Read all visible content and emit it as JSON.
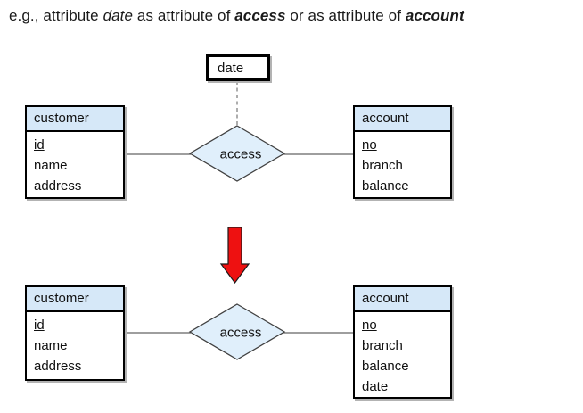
{
  "title": {
    "part1": "e.g., attribute ",
    "attr_italic": "date",
    "part2": " as attribute of ",
    "rel_bold_italic": "access",
    "part3": " or as attribute of ",
    "entity_bold_italic": "account"
  },
  "colors": {
    "entity_header_fill": "#d6e8f8",
    "diamond_fill": "#e0effb",
    "arrow_fill": "#ee1111",
    "connector_gray": "#7f7f7f"
  },
  "top_diagram": {
    "date_attribute_box": "date",
    "customer": {
      "title": "customer",
      "attributes": [
        {
          "label": "id",
          "underlined": true
        },
        {
          "label": "name",
          "underlined": false
        },
        {
          "label": "address",
          "underlined": false
        }
      ]
    },
    "relationship": {
      "label": "access"
    },
    "account": {
      "title": "account",
      "attributes": [
        {
          "label": "no",
          "underlined": true
        },
        {
          "label": "branch",
          "underlined": false
        },
        {
          "label": "balance",
          "underlined": false
        }
      ]
    }
  },
  "bottom_diagram": {
    "customer": {
      "title": "customer",
      "attributes": [
        {
          "label": "id",
          "underlined": true
        },
        {
          "label": "name",
          "underlined": false
        },
        {
          "label": "address",
          "underlined": false
        }
      ]
    },
    "relationship": {
      "label": "access"
    },
    "account": {
      "title": "account",
      "attributes": [
        {
          "label": "no",
          "underlined": true
        },
        {
          "label": "branch",
          "underlined": false
        },
        {
          "label": "balance",
          "underlined": false
        },
        {
          "label": "date",
          "underlined": false
        }
      ]
    }
  }
}
